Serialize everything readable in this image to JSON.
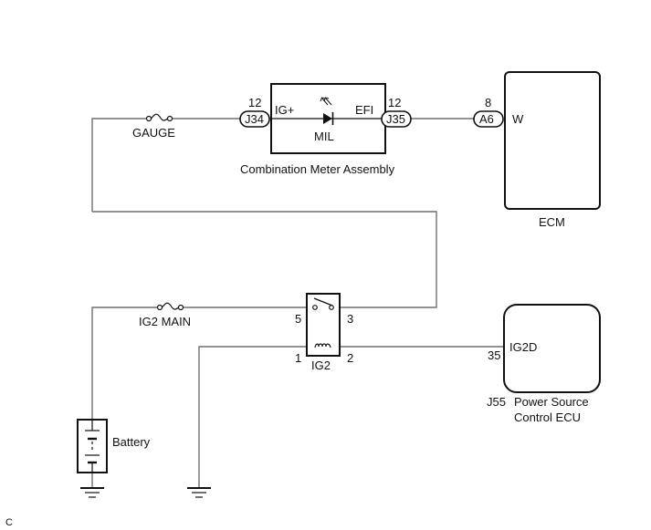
{
  "diagram": {
    "corner_code": "C",
    "fuses": {
      "gauge": "GAUGE",
      "ig2_main": "IG2 MAIN"
    },
    "combination_meter": {
      "title": "Combination Meter Assembly",
      "pin_in_label": "IG+",
      "pin_out_label": "EFI",
      "lamp_label": "MIL",
      "connector_in": {
        "id": "J34",
        "pin": "12"
      },
      "connector_out": {
        "id": "J35",
        "pin": "12"
      }
    },
    "ecm": {
      "title": "ECM",
      "pin_label": "W",
      "connector": {
        "id": "A6",
        "pin": "8"
      }
    },
    "relay": {
      "label": "IG2",
      "pins": {
        "p5": "5",
        "p3": "3",
        "p1": "1",
        "p2": "2"
      }
    },
    "power_source_ecu": {
      "connector_id": "J55",
      "title_line1": "Power Source",
      "title_line2": "Control ECU",
      "pin_label": "IG2D",
      "pin": "35"
    },
    "battery": {
      "label": "Battery"
    },
    "colors": {
      "wire": "#6e6e6e",
      "outline": "#111111",
      "background": "#ffffff"
    }
  }
}
